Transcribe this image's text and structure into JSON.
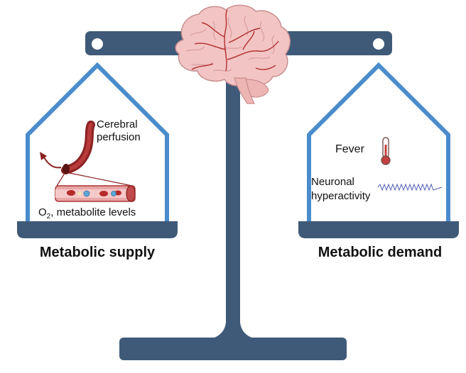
{
  "left_pan": {
    "title": "Metabolic supply",
    "perfusion_label_line1": "Cerebral",
    "perfusion_label_line2": "perfusion",
    "levels_label_prefix": "O",
    "levels_label_subscript": "2",
    "levels_label_suffix": ", metabolite levels"
  },
  "right_pan": {
    "title": "Metabolic demand",
    "fever_label": "Fever",
    "hyperactivity_label_line1": "Neuronal",
    "hyperactivity_label_line2": "hyperactivity"
  },
  "icons": {
    "brain": "brain-icon",
    "blood_vessel": "blood-vessel-icon",
    "vessel_cross_section": "vessel-cross-section-icon",
    "thermometer": "thermometer-icon",
    "neuronal_activity_trace": "activity-trace-icon"
  },
  "colors": {
    "scale_body": "#3f5a78",
    "pan_frame": "#4a8ccc",
    "vessel": "#9b2b2b",
    "brain": "#f3c4c4",
    "brain_vessels": "#b03030",
    "thermometer_bulb": "#c24040",
    "trace": "#4a5ab0"
  }
}
